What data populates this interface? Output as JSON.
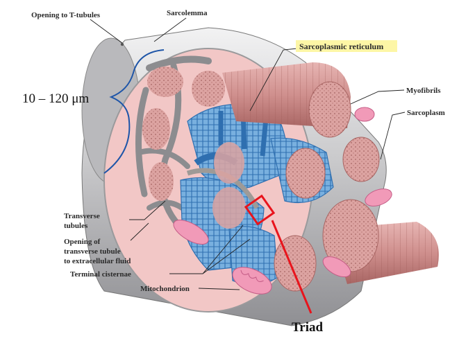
{
  "labels": {
    "opening_t_tubules": "Opening to T-tubules",
    "sarcolemma": "Sarcolemma",
    "sarcoplasmic_reticulum": "Sarcoplasmic reticulum",
    "size": "10 – 120 μm",
    "myofibrils": "Myofibrils",
    "sarcoplasm": "Sarcoplasm",
    "transverse_tubules_1": "Transverse",
    "transverse_tubules_2": "tubules",
    "opening_tt_1": "Opening of",
    "opening_tt_2": "transverse tubule",
    "opening_tt_3": "to extracellular fluid",
    "terminal_cisternae": "Terminal cisternae",
    "mitochondrion": "Mitochondrion",
    "triad": "Triad"
  },
  "colors": {
    "highlight": "#fdf6a6",
    "triad": "#e8141c",
    "myofibril": "#dca3a1",
    "myofibril_dark": "#b87573",
    "reticulum": "#6fa6d8",
    "reticulum_dark": "#2f6fb0",
    "tubule": "#9e9a97",
    "sarcolemma": "#c9c9cb",
    "mitochondrion": "#f19ab8",
    "size_bracket": "#1e55a8"
  }
}
